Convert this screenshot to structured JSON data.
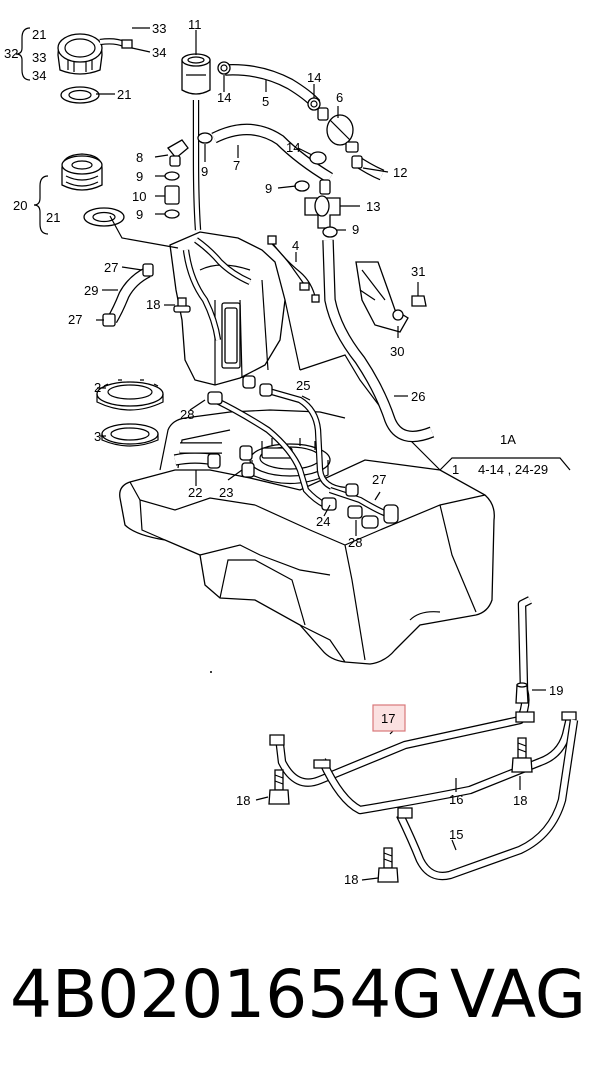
{
  "callouts": {
    "c1": "1",
    "c1a": "1A",
    "c1a_range": "4-14 , 24-29",
    "c2": "2",
    "c3": "3",
    "c4": "4",
    "c5": "5",
    "c6": "6",
    "c7": "7",
    "c8": "8",
    "c9": "9",
    "c10": "10",
    "c11": "11",
    "c12": "12",
    "c13": "13",
    "c14": "14",
    "c15": "15",
    "c16": "16",
    "c17": "17",
    "c18": "18",
    "c19": "19",
    "c20": "20",
    "c21": "21",
    "c22": "22",
    "c23": "23",
    "c24": "24",
    "c25": "25",
    "c26": "26",
    "c27": "27",
    "c28": "28",
    "c29": "29",
    "c30": "30",
    "c31": "31",
    "c32": "32",
    "c33": "33",
    "c34": "34"
  },
  "highlighted_part": "17",
  "footer": {
    "part_number": "4B0201654G",
    "brand": "VAG"
  }
}
